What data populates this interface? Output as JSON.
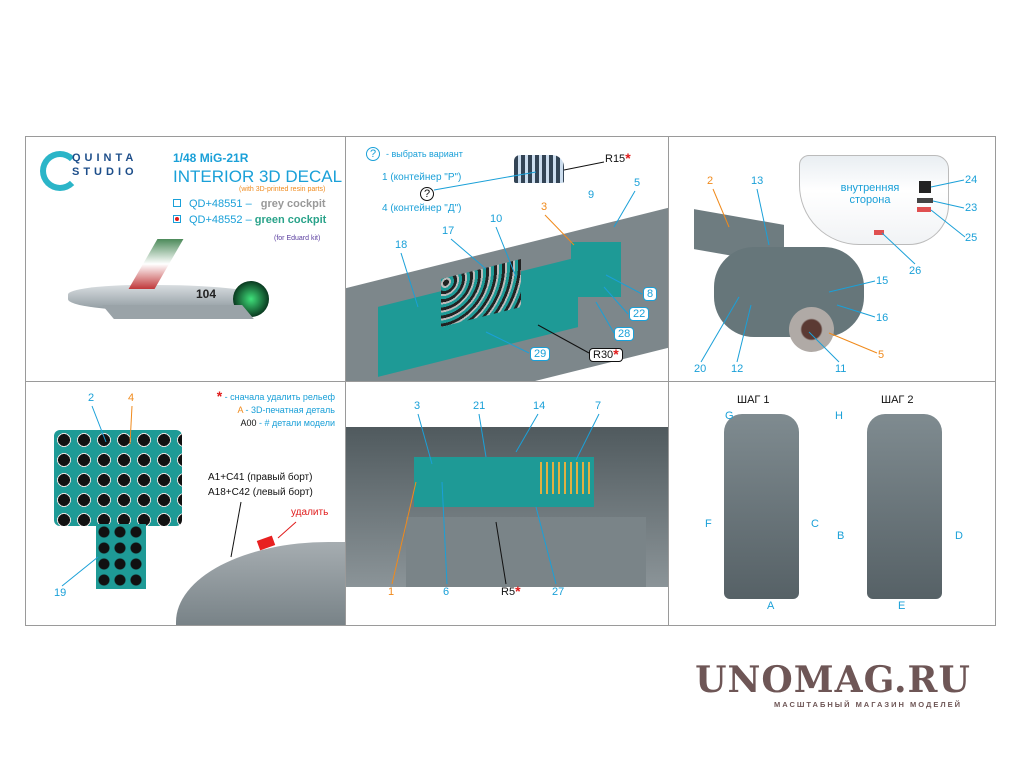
{
  "header": {
    "brand_top": "QUINTA",
    "brand_bottom": "STUDIO",
    "model": "1/48 MiG-21R",
    "title": "INTERIOR 3D DECAL",
    "subtitle": "(with 3D-printed resin parts)",
    "variants": [
      {
        "code": "QD+48551",
        "dash": "–",
        "name": "grey cockpit",
        "selected": false
      },
      {
        "code": "QD+48552",
        "dash": "–",
        "name": "green cockpit",
        "selected": true
      }
    ],
    "kit_note": "(for Eduard kit)",
    "aircraft_number": "104"
  },
  "panel_side_left": {
    "legend_q": "?",
    "legend_text": "- выбрать вариант",
    "opt1": "1 (контейнер \"P\")",
    "opt4": "4 (контейнер \"Д\")",
    "q": "?",
    "labels": {
      "r15": "R15",
      "n5": "5",
      "n9": "9",
      "n3": "3",
      "n10": "10",
      "n17": "17",
      "n18": "18",
      "n8": "8",
      "n22": "22",
      "n28": "28",
      "n29": "29",
      "r30": "R30"
    },
    "star": "*"
  },
  "panel_sight": {
    "inner_side": "внутренняя сторона",
    "labels": {
      "n2": "2",
      "n13": "13",
      "n24": "24",
      "n23": "23",
      "n25": "25",
      "n26": "26",
      "n15": "15",
      "n16": "16",
      "n5": "5",
      "n20": "20",
      "n12": "12",
      "n11": "11"
    }
  },
  "panel_dash": {
    "legend": [
      {
        "sym": "*",
        "text": "- сначала удалить рельеф"
      },
      {
        "sym": "A",
        "text": "- 3D-печатная деталь"
      },
      {
        "sym": "A00",
        "text": "- # детали модели"
      }
    ],
    "glue1": "A1+C41 (правый борт)",
    "glue2": "A18+C42 (левый борт)",
    "remove": "удалить",
    "labels": {
      "n2": "2",
      "n4": "4",
      "n19": "19"
    }
  },
  "panel_side_right": {
    "labels": {
      "n3": "3",
      "n21": "21",
      "n14": "14",
      "n7": "7",
      "n1": "1",
      "n6": "6",
      "r5": "R5",
      "n27": "27"
    },
    "star": "*"
  },
  "panel_seat": {
    "step1": "ШАГ 1",
    "step2": "ШАГ 2",
    "labels": {
      "g": "G",
      "f": "F",
      "c": "C",
      "a": "A",
      "h": "H",
      "b": "B",
      "d": "D",
      "e": "E"
    }
  },
  "watermark": {
    "name": "UNOMAG.RU",
    "tagline": "МАСШТАБНЫЙ МАГАЗИН МОДЕЛЕЙ"
  }
}
